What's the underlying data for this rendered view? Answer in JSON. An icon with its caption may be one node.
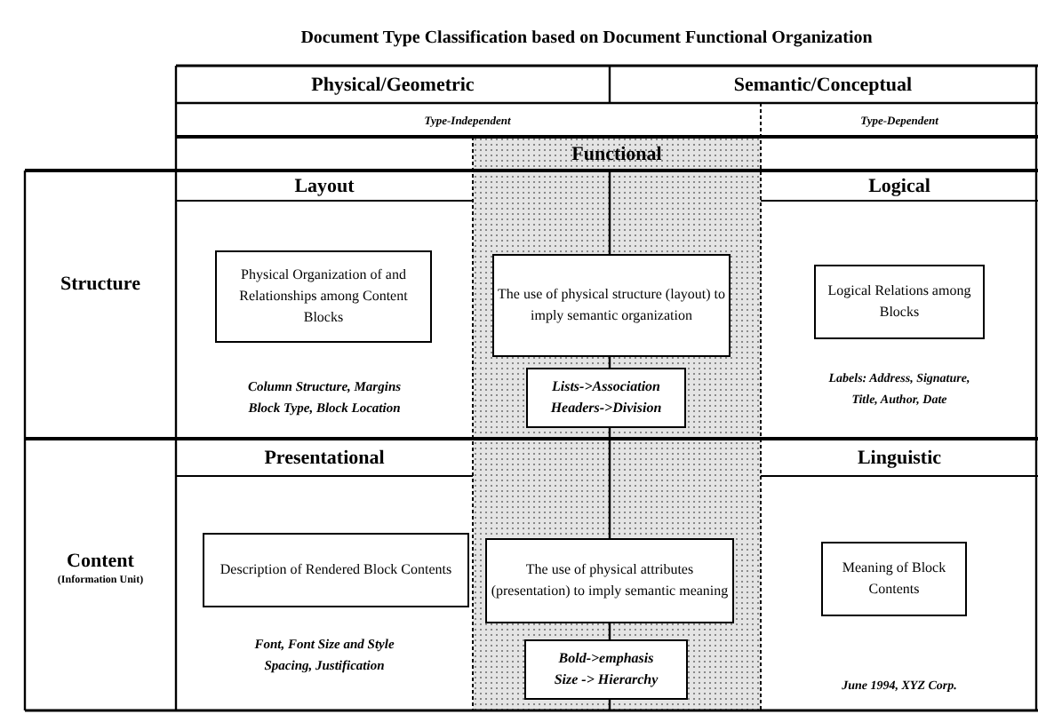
{
  "diagram": {
    "title": "Document Type Classification based on Document Functional Organization",
    "nodes": [
      {
        "text": [
          "Physical Organization of and Relationships among Content Blocks"
        ]
      },
      {
        "text": [
          "The use of physical structure (layout) to imply semantic organization"
        ]
      },
      {
        "text": [
          "Logical Relations among Blocks"
        ]
      },
      {
        "text": [
          "Lists->Association",
          "Headers->Division"
        ]
      },
      {
        "text": [
          "Description of Rendered Block Contents"
        ]
      },
      {
        "text": [
          "The use of physical attributes (presentation) to imply semantic meaning"
        ]
      },
      {
        "text": [
          "Meaning of Block Contents"
        ]
      },
      {
        "text": [
          "Bold->emphasis",
          "Size -> Hierarchy"
        ]
      }
    ],
    "labels": [
      "Physical/Geometric",
      "Semantic/Conceptual",
      "Type-Independent",
      "Type-Dependent",
      "Functional",
      "Layout",
      "Logical",
      "Structure",
      "Column Structure, Margins",
      "Block Type, Block Location",
      "Labels: Address, Signature,",
      "Title, Author, Date",
      "Presentational",
      "Linguistic",
      "Content",
      "(Information Unit)",
      "Font, Font Size and Style",
      "Spacing, Justification",
      "June 1994, XYZ Corp."
    ]
  }
}
